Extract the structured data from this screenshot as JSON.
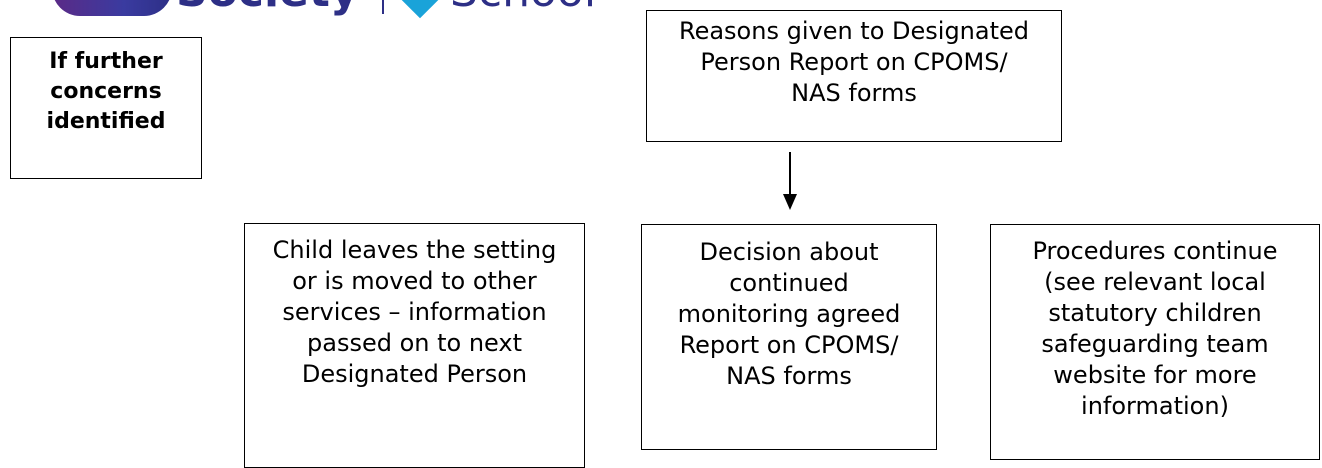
{
  "header": {
    "logo_left_text": "Society",
    "logo_right_text": "School",
    "brand_color": "#2d2f86",
    "shield_color": "#1aa3d9"
  },
  "diagram": {
    "further_concerns": "If further\nconcerns\nidentified",
    "reasons": "Reasons given to Designated\nPerson Report on CPOMS/\nNAS forms",
    "child_leaves": "Child leaves the setting\nor is moved to other\nservices – information\npassed on to next\nDesignated Person",
    "decision": "Decision about\ncontinued\nmonitoring agreed\nReport on CPOMS/\nNAS forms",
    "procedures": "Procedures continue\n(see relevant local\nstatutory children\nsafeguarding team\nwebsite for more\ninformation)"
  }
}
